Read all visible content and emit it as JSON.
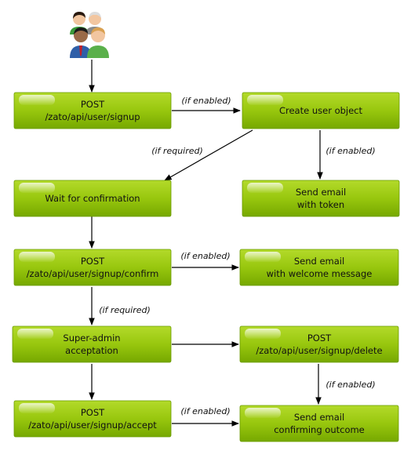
{
  "boxes": {
    "signup": [
      "POST",
      "/zato/api/user/signup"
    ],
    "create_user": [
      "Create user object"
    ],
    "wait_confirm": [
      "Wait for confirmation"
    ],
    "send_token": [
      "Send email",
      "with token"
    ],
    "post_confirm": [
      "POST",
      "/zato/api/user/signup/confirm"
    ],
    "send_welcome": [
      "Send email",
      "with welcome message"
    ],
    "super_admin": [
      "Super-admin",
      "acceptation"
    ],
    "post_delete": [
      "POST",
      "/zato/api/user/signup/delete"
    ],
    "post_accept": [
      "POST",
      "/zato/api/user/signup/accept"
    ],
    "send_outcome": [
      "Send email",
      "confirming outcome"
    ]
  },
  "edge_labels": {
    "if_enabled": "(if enabled)",
    "if_required": "(if required)"
  },
  "colors": {
    "box_fill_top": "#a6d11a",
    "box_fill_bottom": "#7bad00",
    "box_border": "#6a9a00",
    "arrow": "#000000"
  },
  "icons": [
    "users-group-icon"
  ]
}
